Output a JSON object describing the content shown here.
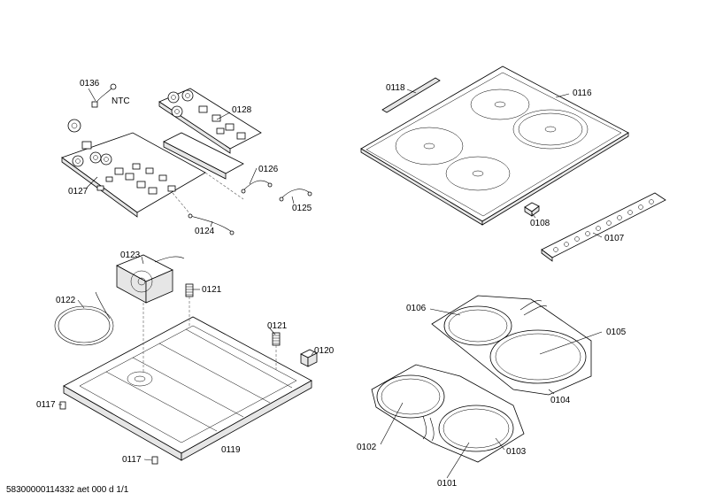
{
  "labels": {
    "p0136": "0136",
    "ntc": "NTC",
    "p0128": "0128",
    "p0127": "0127",
    "p0126": "0126",
    "p0125": "0125",
    "p0124": "0124",
    "p0118": "0118",
    "p0116": "0116",
    "p0108": "0108",
    "p0107": "0107",
    "p0123": "0123",
    "p0121a": "0121",
    "p0122": "0122",
    "p0121b": "0121",
    "p0120": "0120",
    "p0117a": "0117",
    "p0117b": "0117",
    "p0119": "0119",
    "p0106": "0106",
    "p0105": "0105",
    "p0104": "0104",
    "p0102": "0102",
    "p0103": "0103",
    "p0101": "0101"
  },
  "footer": "58300000114332 aet 000 d 1/1"
}
